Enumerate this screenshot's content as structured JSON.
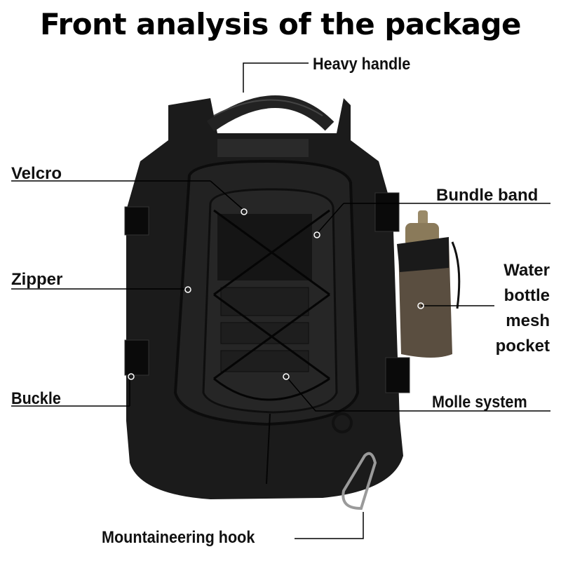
{
  "title": "Front analysis of the package",
  "labels": {
    "heavy_handle": "Heavy handle",
    "velcro": "Velcro",
    "bundle_band": "Bundle band",
    "zipper": "Zipper",
    "water_bottle_1": "Water",
    "water_bottle_2": "bottle",
    "water_bottle_3": "mesh",
    "water_bottle_4": "pocket",
    "buckle": "Buckle",
    "molle_system": "Molle system",
    "mountaineering_hook": "Mountaineering hook"
  },
  "colors": {
    "bag": "#1b1b1b",
    "bag_shade": "#262626",
    "bottle_cap": "#8a7a5a",
    "mesh": "#5a4e40",
    "lines": "#000000"
  }
}
